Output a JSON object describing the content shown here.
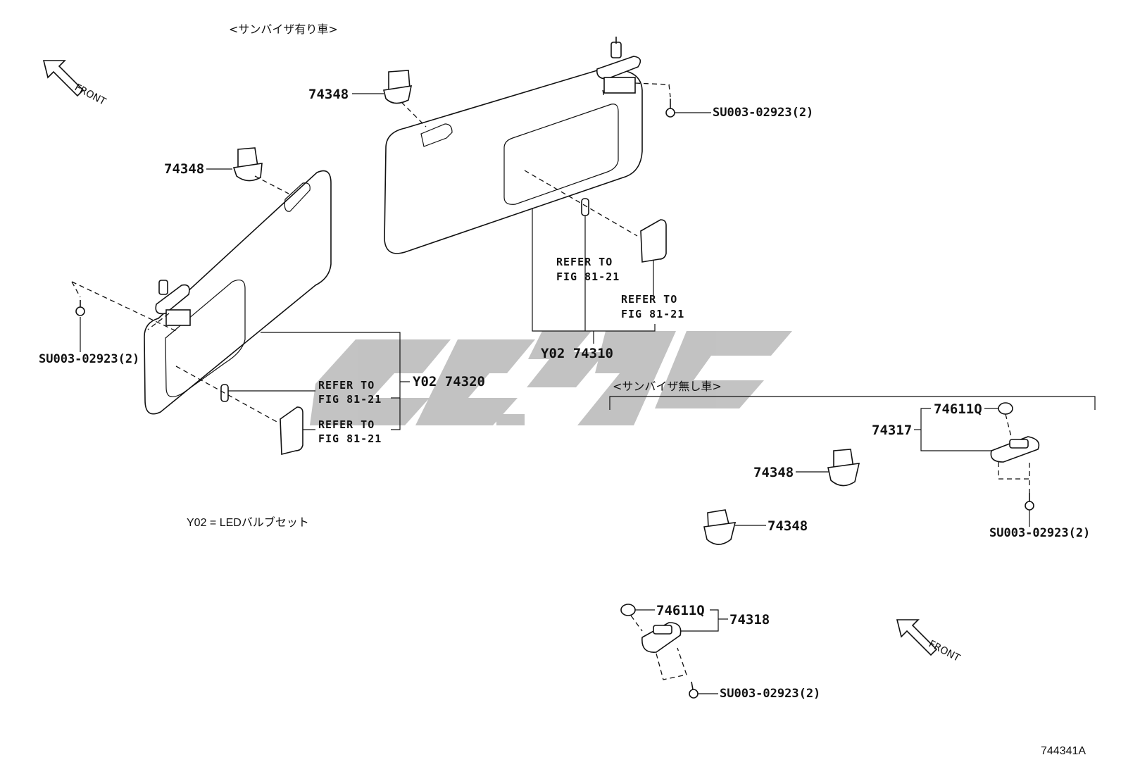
{
  "captions": {
    "with_sunvisor": "<サンバイザ有り車>",
    "without_sunvisor": "<サンバイザ無し車>"
  },
  "front_labels": {
    "top_left": "FRONT",
    "bottom_right": "FRONT"
  },
  "part_numbers": {
    "holder_top_left": "74348",
    "holder_top_center": "74348",
    "holder_right_1": "74348",
    "holder_right_2": "74348",
    "visor_right": "Y02 74310",
    "visor_left": "Y02 74320",
    "bracket_74317": "74317",
    "cover_74611q_a": "74611Q",
    "cover_74611q_b": "74611Q",
    "bracket_74318": "74318",
    "screw_top_right": "SU003-02923(2)",
    "screw_left": "SU003-02923(2)",
    "screw_right": "SU003-02923(2)",
    "screw_bottom": "SU003-02923(2)"
  },
  "references": {
    "refer_to": "REFER TO",
    "fig": "FIG 81-21"
  },
  "legend_note": "Y02 = LEDバルブセット",
  "figure_id": "744341A",
  "watermark_color": "#b5b5b5"
}
